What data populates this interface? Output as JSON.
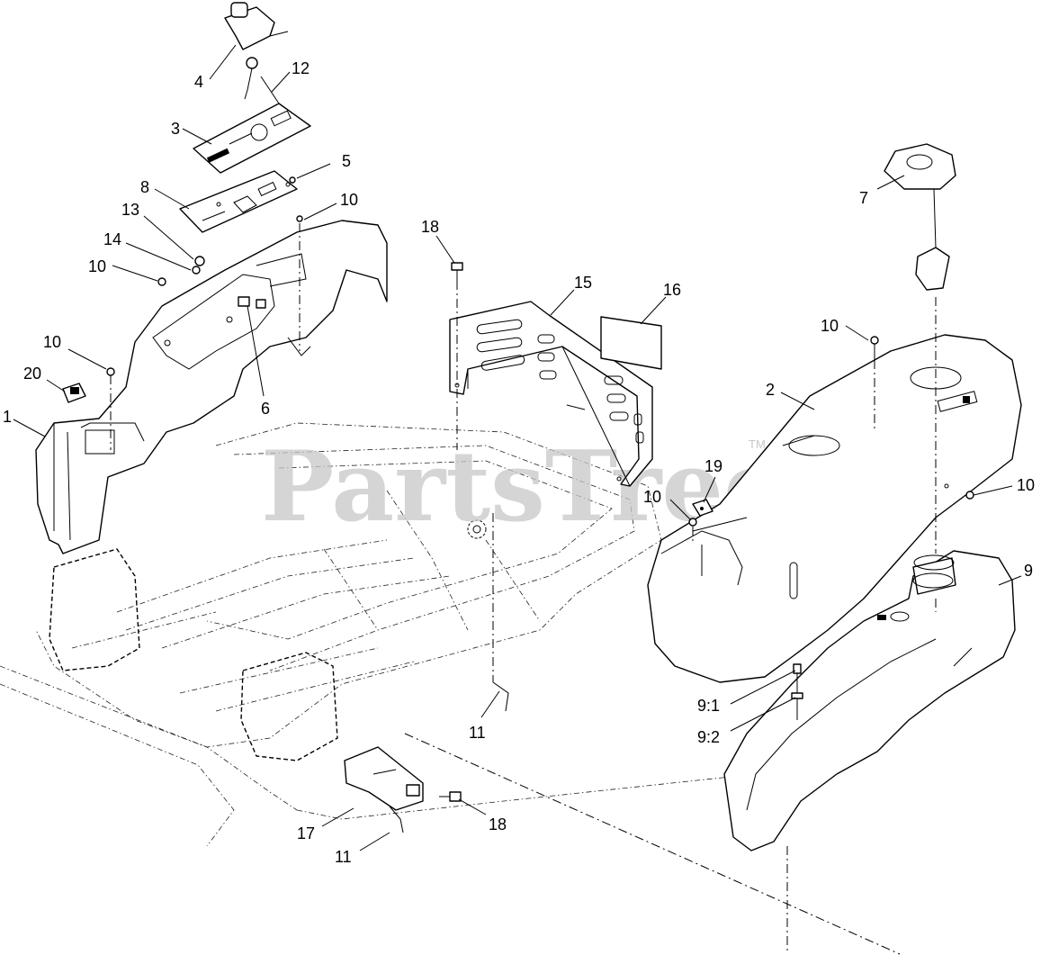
{
  "watermark": {
    "text": "PartsTree",
    "trademark": "TM"
  },
  "callouts": [
    {
      "id": "c4",
      "text": "4"
    },
    {
      "id": "c12",
      "text": "12"
    },
    {
      "id": "c3",
      "text": "3"
    },
    {
      "id": "c5",
      "text": "5"
    },
    {
      "id": "c8",
      "text": "8"
    },
    {
      "id": "c10a",
      "text": "10"
    },
    {
      "id": "c13",
      "text": "13"
    },
    {
      "id": "c14",
      "text": "14"
    },
    {
      "id": "c10b",
      "text": "10"
    },
    {
      "id": "c10c",
      "text": "10"
    },
    {
      "id": "c20",
      "text": "20"
    },
    {
      "id": "c1",
      "text": "1"
    },
    {
      "id": "c6",
      "text": "6"
    },
    {
      "id": "c18a",
      "text": "18"
    },
    {
      "id": "c15",
      "text": "15"
    },
    {
      "id": "c16",
      "text": "16"
    },
    {
      "id": "c7",
      "text": "7"
    },
    {
      "id": "c10d",
      "text": "10"
    },
    {
      "id": "c2",
      "text": "2"
    },
    {
      "id": "c19",
      "text": "19"
    },
    {
      "id": "c10e",
      "text": "10"
    },
    {
      "id": "c10f",
      "text": "10"
    },
    {
      "id": "c9",
      "text": "9"
    },
    {
      "id": "c91",
      "text": "9:1"
    },
    {
      "id": "c92",
      "text": "9:2"
    },
    {
      "id": "c11a",
      "text": "11"
    },
    {
      "id": "c17",
      "text": "17"
    },
    {
      "id": "c11b",
      "text": "11"
    },
    {
      "id": "c18b",
      "text": "18"
    }
  ]
}
